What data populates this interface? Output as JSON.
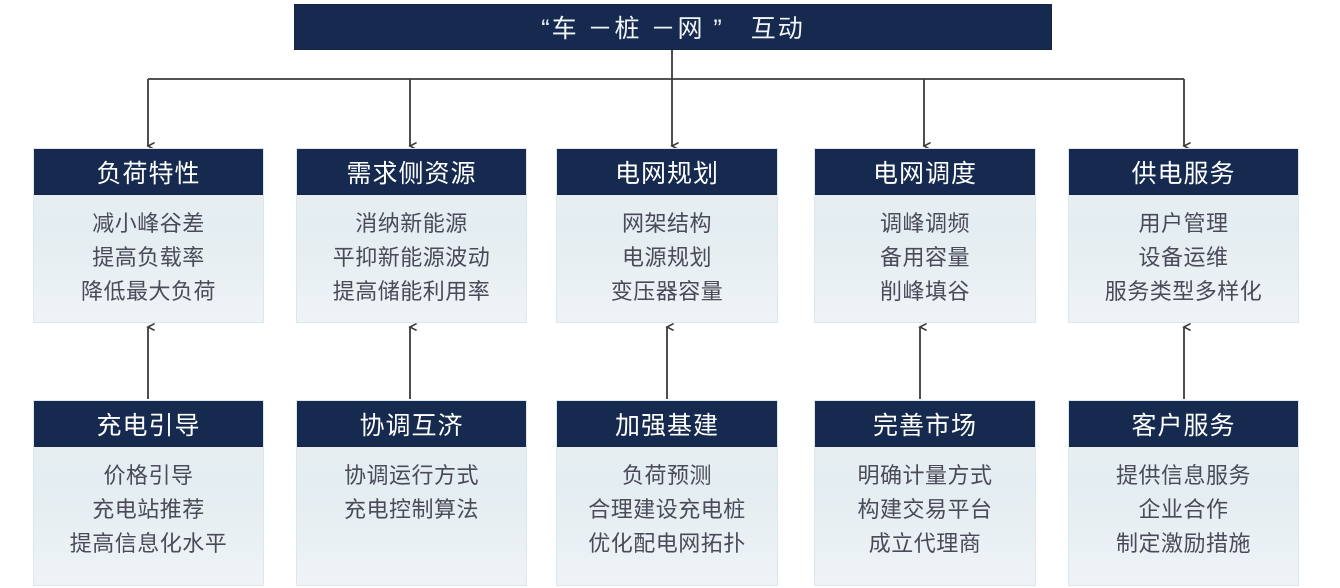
{
  "diagram": {
    "type": "hierarchy-flow",
    "root": {
      "label": "“车 －桩 －网 ”　互动"
    },
    "colors": {
      "header_navy": "#152a4e",
      "body_light": "#e9f0f4",
      "connector": "#3a3a3a",
      "header_text": "#ffffff",
      "body_text": "#4a4a58"
    },
    "top_row": [
      {
        "title": "负荷特性",
        "lines": [
          "减小峰谷差",
          "提高负载率",
          "降低最大负荷"
        ]
      },
      {
        "title": "需求侧资源",
        "lines": [
          "消纳新能源",
          "平抑新能源波动",
          "提高储能利用率"
        ]
      },
      {
        "title": "电网规划",
        "lines": [
          "网架结构",
          "电源规划",
          "变压器容量"
        ]
      },
      {
        "title": "电网调度",
        "lines": [
          "调峰调频",
          "备用容量",
          "削峰填谷"
        ]
      },
      {
        "title": "供电服务",
        "lines": [
          "用户管理",
          "设备运维",
          "服务类型多样化"
        ]
      }
    ],
    "bottom_row": [
      {
        "title": "充电引导",
        "lines": [
          "价格引导",
          "充电站推荐",
          "提高信息化水平"
        ]
      },
      {
        "title": "协调互济",
        "lines": [
          "协调运行方式",
          "充电控制算法"
        ]
      },
      {
        "title": "加强基建",
        "lines": [
          "负荷预测",
          "合理建设充电桩",
          "优化配电网拓扑"
        ]
      },
      {
        "title": "完善市场",
        "lines": [
          "明确计量方式",
          "构建交易平台",
          "成立代理商"
        ]
      },
      {
        "title": "客户服务",
        "lines": [
          "提供信息服务",
          "企业合作",
          "制定激励措施"
        ]
      }
    ]
  }
}
